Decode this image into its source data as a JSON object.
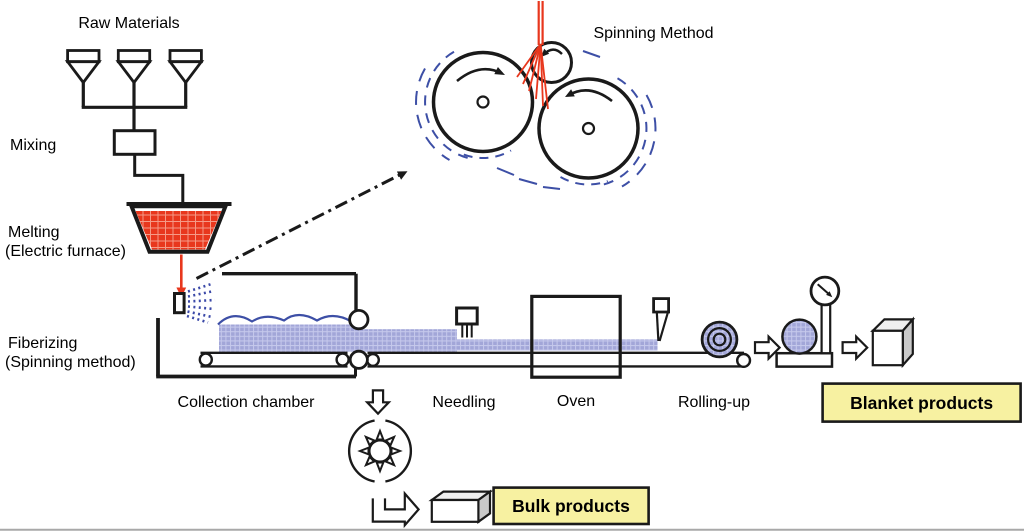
{
  "labels": {
    "raw_materials": "Raw Materials",
    "mixing": "Mixing",
    "melting_line1": "Melting",
    "melting_line2": "(Electric furnace)",
    "fiberizing_line1": "Fiberizing",
    "fiberizing_line2": "(Spinning method)",
    "spinning_method": "Spinning Method",
    "collection_chamber": "Collection chamber",
    "needling": "Needling",
    "oven": "Oven",
    "rolling_up": "Rolling-up",
    "blanket_products": "Blanket products",
    "bulk_products": "Bulk products"
  },
  "colors": {
    "melt_red": "#e8371d",
    "fiber_periwinkle": "#a2a6d8",
    "fiber_line_blue": "#3d4fa6",
    "spray_blue": "#3b49a8",
    "highlight_yellow": "#f7f1a1",
    "outline_black": "#1a1a1a"
  }
}
